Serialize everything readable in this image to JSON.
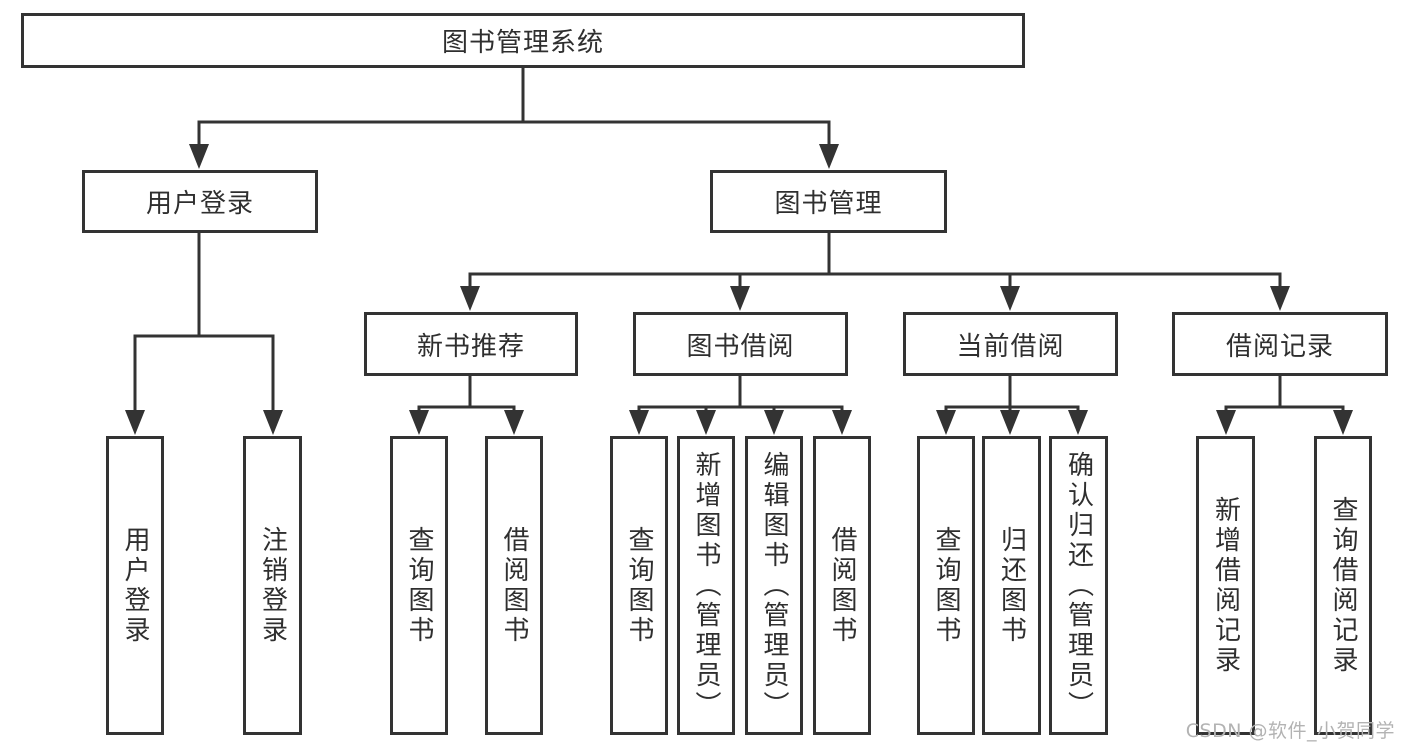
{
  "diagram": {
    "root": {
      "label": "图书管理系统"
    },
    "level2": [
      {
        "label": "用户登录",
        "children": [
          {
            "label": "用户登录"
          },
          {
            "label": "注销登录"
          }
        ]
      },
      {
        "label": "图书管理",
        "children": [
          {
            "label": "新书推荐",
            "children": [
              {
                "label": "查询图书"
              },
              {
                "label": "借阅图书"
              }
            ]
          },
          {
            "label": "图书借阅",
            "children": [
              {
                "label": "查询图书"
              },
              {
                "label": "新增图书（管理员）"
              },
              {
                "label": "编辑图书（管理员）"
              },
              {
                "label": "借阅图书"
              }
            ]
          },
          {
            "label": "当前借阅",
            "children": [
              {
                "label": "查询图书"
              },
              {
                "label": "归还图书"
              },
              {
                "label": "确认归还（管理员）"
              }
            ]
          },
          {
            "label": "借阅记录",
            "children": [
              {
                "label": "新增借阅记录"
              },
              {
                "label": "查询借阅记录"
              }
            ]
          }
        ]
      }
    ],
    "watermark": {
      "text": "CSDN @软件_小贺同学"
    },
    "colors": {
      "line": "#333333",
      "text": "#2f2f2f",
      "watermark": "#b3b3b3",
      "background": "#ffffff"
    }
  }
}
